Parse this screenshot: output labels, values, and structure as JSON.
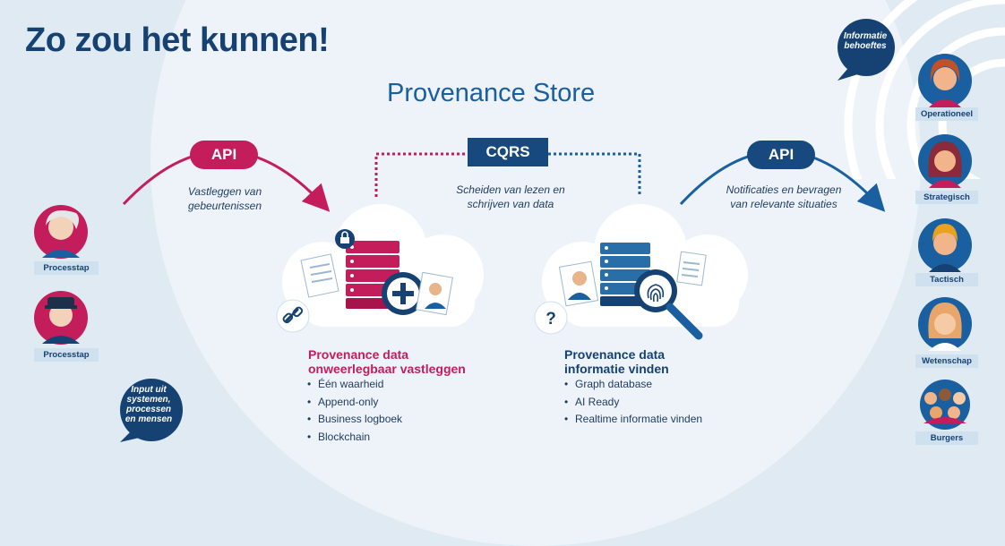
{
  "header": {
    "title": "Zo zou het kunnen!"
  },
  "store": {
    "title": "Provenance Store",
    "cqrs": "CQRS",
    "cqrs_text": "Scheiden van lezen en schrijven van data"
  },
  "left_api": {
    "label": "API",
    "text": "Vastleggen van gebeurtenissen"
  },
  "right_api": {
    "label": "API",
    "text": "Notificaties en bevragen van relevante situaties"
  },
  "inputs": {
    "bubble": "Input uit systemen, processen en mensen",
    "actors": [
      {
        "label": "Processtap"
      },
      {
        "label": "Processtap"
      }
    ]
  },
  "outputs": {
    "bubble": "Informatie behoeftes",
    "actors": [
      {
        "label": "Operationeel"
      },
      {
        "label": "Strategisch"
      },
      {
        "label": "Tactisch"
      },
      {
        "label": "Wetenschap"
      },
      {
        "label": "Burgers"
      }
    ]
  },
  "sections": {
    "left": {
      "title_line1": "Provenance data",
      "title_line2": "onweerlegbaar vastleggen",
      "items": [
        "Één waarheid",
        "Append-only",
        "Business logboek",
        "Blockchain"
      ]
    },
    "right": {
      "title_line1": "Provenance data",
      "title_line2": "informatie vinden",
      "items": [
        "Graph database",
        "AI Ready",
        "Realtime informatie vinden"
      ]
    }
  },
  "icons": {
    "left_cloud": [
      "document-icon",
      "lock-icon",
      "server-icon",
      "plus-icon",
      "person-photo-icon",
      "link-icon"
    ],
    "right_cloud": [
      "person-photo-icon",
      "server-icon",
      "fingerprint-icon",
      "magnifier-icon",
      "document-icon",
      "question-icon"
    ]
  },
  "colors": {
    "brand_blue": "#154273",
    "magenta": "#c41d5c",
    "light_bg": "#dfeaf3"
  }
}
